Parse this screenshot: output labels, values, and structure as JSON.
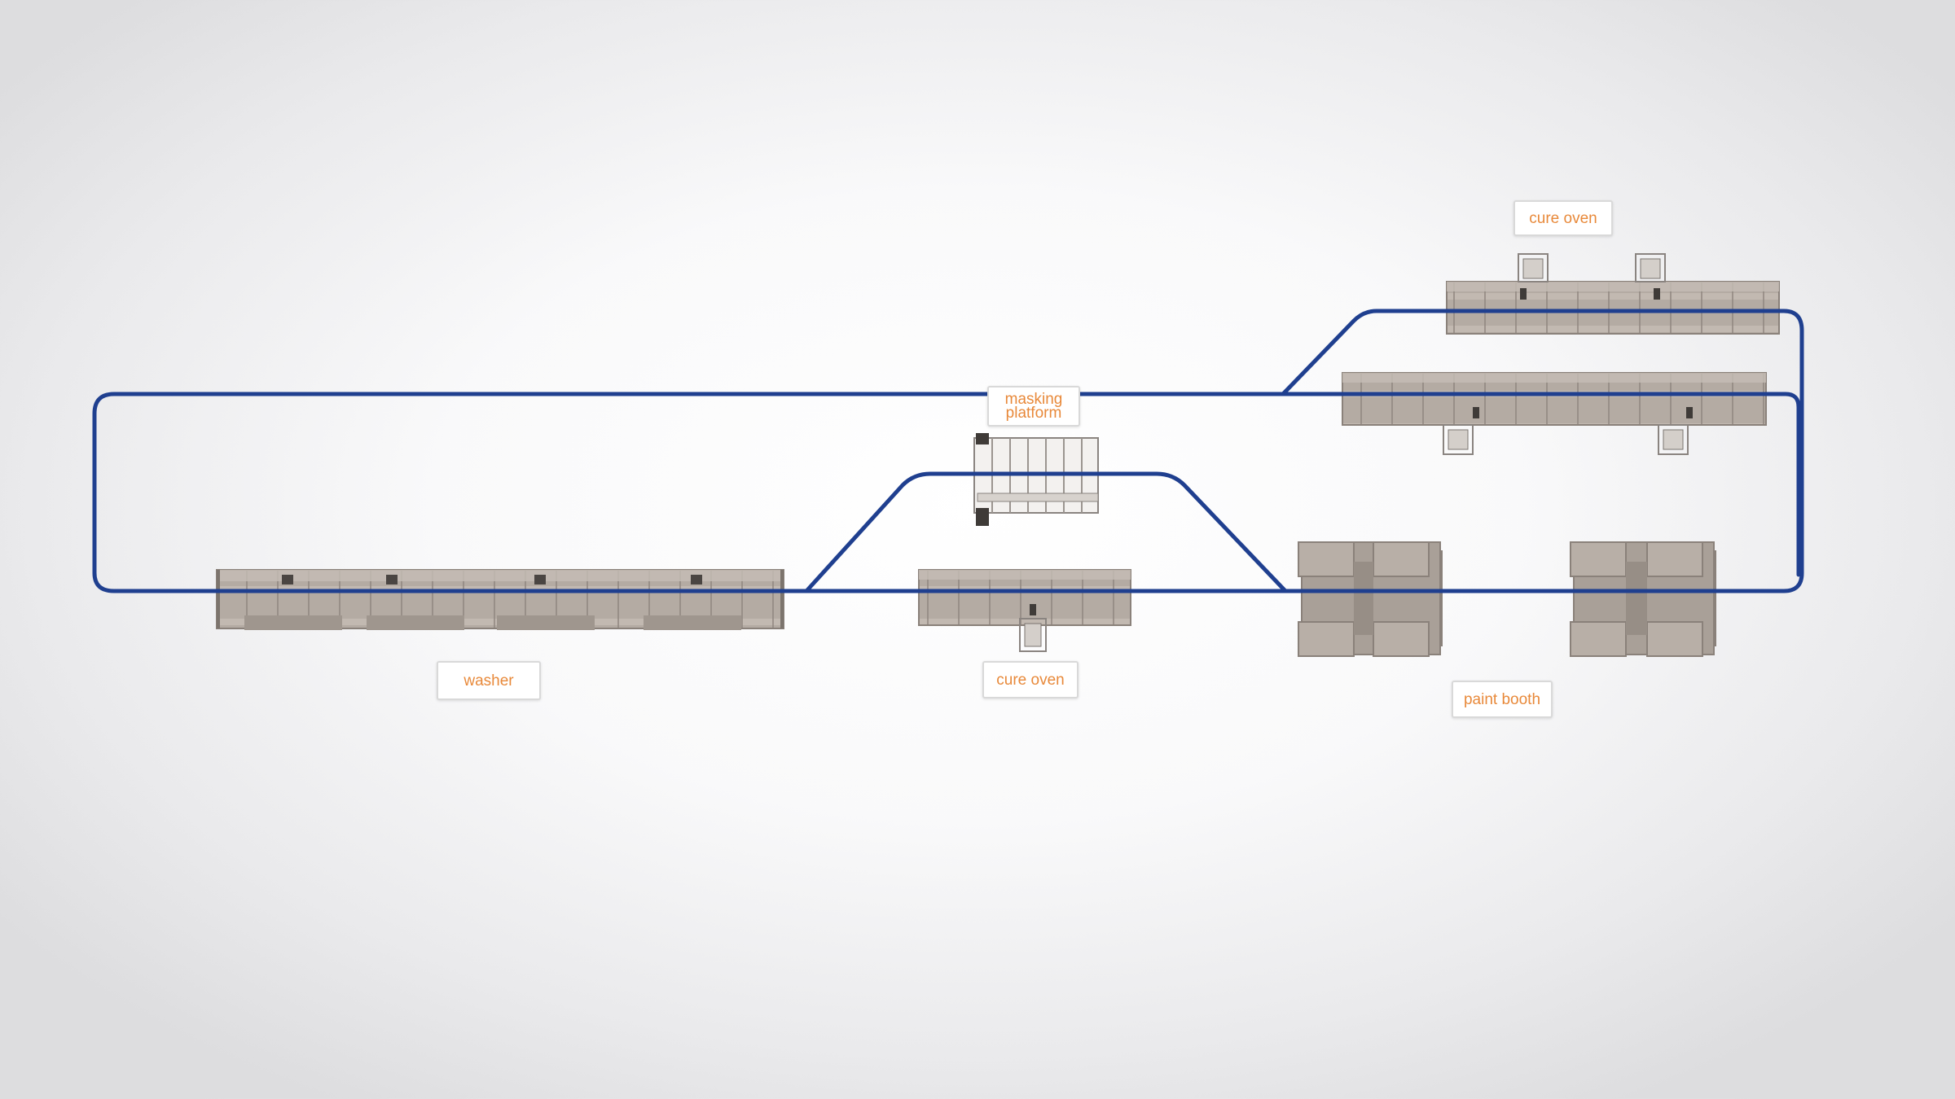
{
  "colors": {
    "conveyor": "#1f3f8f",
    "label_text": "#e8893a",
    "equipment": "#b3aaa2"
  },
  "labels": {
    "cure_oven_top": "cure oven",
    "masking_platform": "masking\nplatform",
    "washer": "washer",
    "cure_oven_bottom": "cure oven",
    "paint_booth": "paint booth"
  }
}
